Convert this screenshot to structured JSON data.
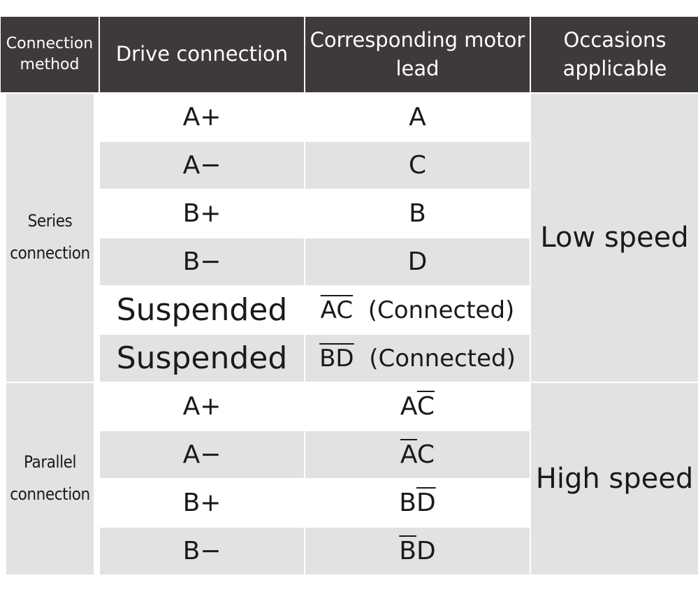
{
  "headers": {
    "method": "Connection method",
    "drive": "Drive connection",
    "lead": "Corresponding motor lead",
    "occasions": "Occasions applicable"
  },
  "groups": [
    {
      "method": "Series connection",
      "occasion": "Low speed",
      "rows": [
        {
          "drive": "A+",
          "lead": "A"
        },
        {
          "drive": "A−",
          "lead": "C"
        },
        {
          "drive": "B+",
          "lead": "B"
        },
        {
          "drive": "B−",
          "lead": "D"
        },
        {
          "drive": "Suspended",
          "lead_overline": "AC",
          "lead_note": "(Connected)"
        },
        {
          "drive": "Suspended",
          "lead_overline": "BD",
          "lead_note": "(Connected)"
        }
      ]
    },
    {
      "method": "Parallel connection",
      "occasion": "High speed",
      "rows": [
        {
          "drive": "A+",
          "lead_plain": "A",
          "lead_overline": "C"
        },
        {
          "drive": "A−",
          "lead_overline": "A",
          "lead_plain": "C"
        },
        {
          "drive": "B+",
          "lead_plain": "B",
          "lead_overline": "D"
        },
        {
          "drive": "B−",
          "lead_overline": "B",
          "lead_plain": "D"
        }
      ]
    }
  ]
}
